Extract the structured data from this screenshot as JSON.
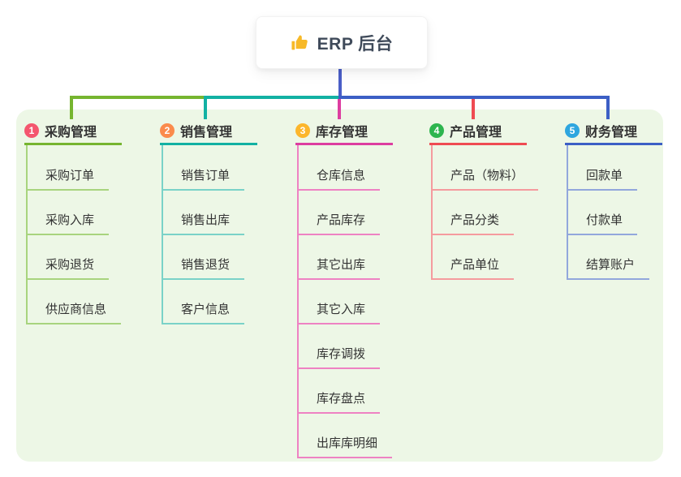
{
  "root": {
    "title": "ERP 后台",
    "icon": "thumbs-up-icon",
    "icon_color": "#f7b928"
  },
  "canvas": {
    "panel_background": "#edf7e6",
    "stem_color": "#4a5ec7",
    "text_color": "#333333"
  },
  "branches": [
    {
      "index": "1",
      "label": "采购管理",
      "badge_color": "#f4566e",
      "line_color": "#76b52f",
      "child_line_color": "#a8d47e",
      "children": [
        "采购订单",
        "采购入库",
        "采购退货",
        "供应商信息"
      ]
    },
    {
      "index": "2",
      "label": "销售管理",
      "badge_color": "#fb8b4c",
      "line_color": "#12b1a3",
      "child_line_color": "#7ad2c8",
      "children": [
        "销售订单",
        "销售出库",
        "销售退货",
        "客户信息"
      ]
    },
    {
      "index": "3",
      "label": "库存管理",
      "badge_color": "#fcb62c",
      "line_color": "#dd3da0",
      "child_line_color": "#ee82c3",
      "children": [
        "仓库信息",
        "产品库存",
        "其它出库",
        "其它入库",
        "库存调拨",
        "库存盘点",
        "出库库明细"
      ]
    },
    {
      "index": "4",
      "label": "产品管理",
      "badge_color": "#2db54e",
      "line_color": "#ef4b52",
      "child_line_color": "#f59b9e",
      "children": [
        "产品（物料）",
        "产品分类",
        "产品单位"
      ]
    },
    {
      "index": "5",
      "label": "财务管理",
      "badge_color": "#2ea6df",
      "line_color": "#3c5fc5",
      "child_line_color": "#92a7dc",
      "children": [
        "回款单",
        "付款单",
        "结算账户"
      ]
    }
  ]
}
